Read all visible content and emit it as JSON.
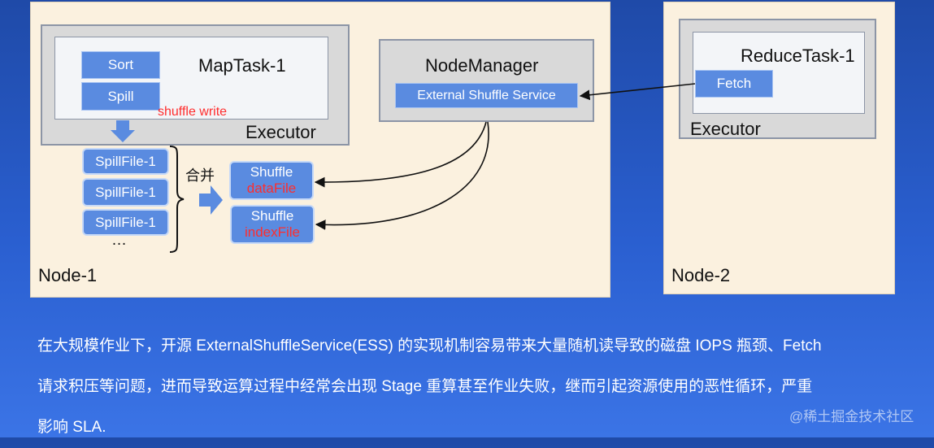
{
  "diagram": {
    "node1": {
      "label": "Node-1",
      "executor_label": "Executor",
      "maptask_label": "MapTask-1",
      "sort_label": "Sort",
      "spill_label": "Spill",
      "shuffle_write_label": "shuffle write",
      "spill_files": [
        "SpillFile-1",
        "SpillFile-1",
        "SpillFile-1"
      ],
      "ellipsis": "…",
      "merge_label": "合并",
      "shuffle_data": {
        "title": "Shuffle",
        "sub": "dataFile"
      },
      "shuffle_index": {
        "title": "Shuffle",
        "sub": "indexFile"
      },
      "nodemanager_label": "NodeManager",
      "ess_label": "External Shuffle Service"
    },
    "node2": {
      "label": "Node-2",
      "executor_label": "Executor",
      "reducetask_label": "ReduceTask-1",
      "fetch_label": "Fetch"
    }
  },
  "description": {
    "line1": "在大规模作业下，开源 ExternalShuffleService(ESS) 的实现机制容易带来大量随机读导致的磁盘 IOPS 瓶颈、Fetch",
    "line2": "请求积压等问题，进而导致运算过程中经常会出现 Stage 重算甚至作业失败，继而引起资源使用的恶性循环，严重",
    "line3": "影响 SLA."
  },
  "watermark": "@稀土掘金技术社区",
  "colors": {
    "node_bg": "#fbf1df",
    "box_blue": "#5a8be0",
    "highlight_red": "#ff2d2d",
    "page_blue": "#2a5fd0"
  }
}
